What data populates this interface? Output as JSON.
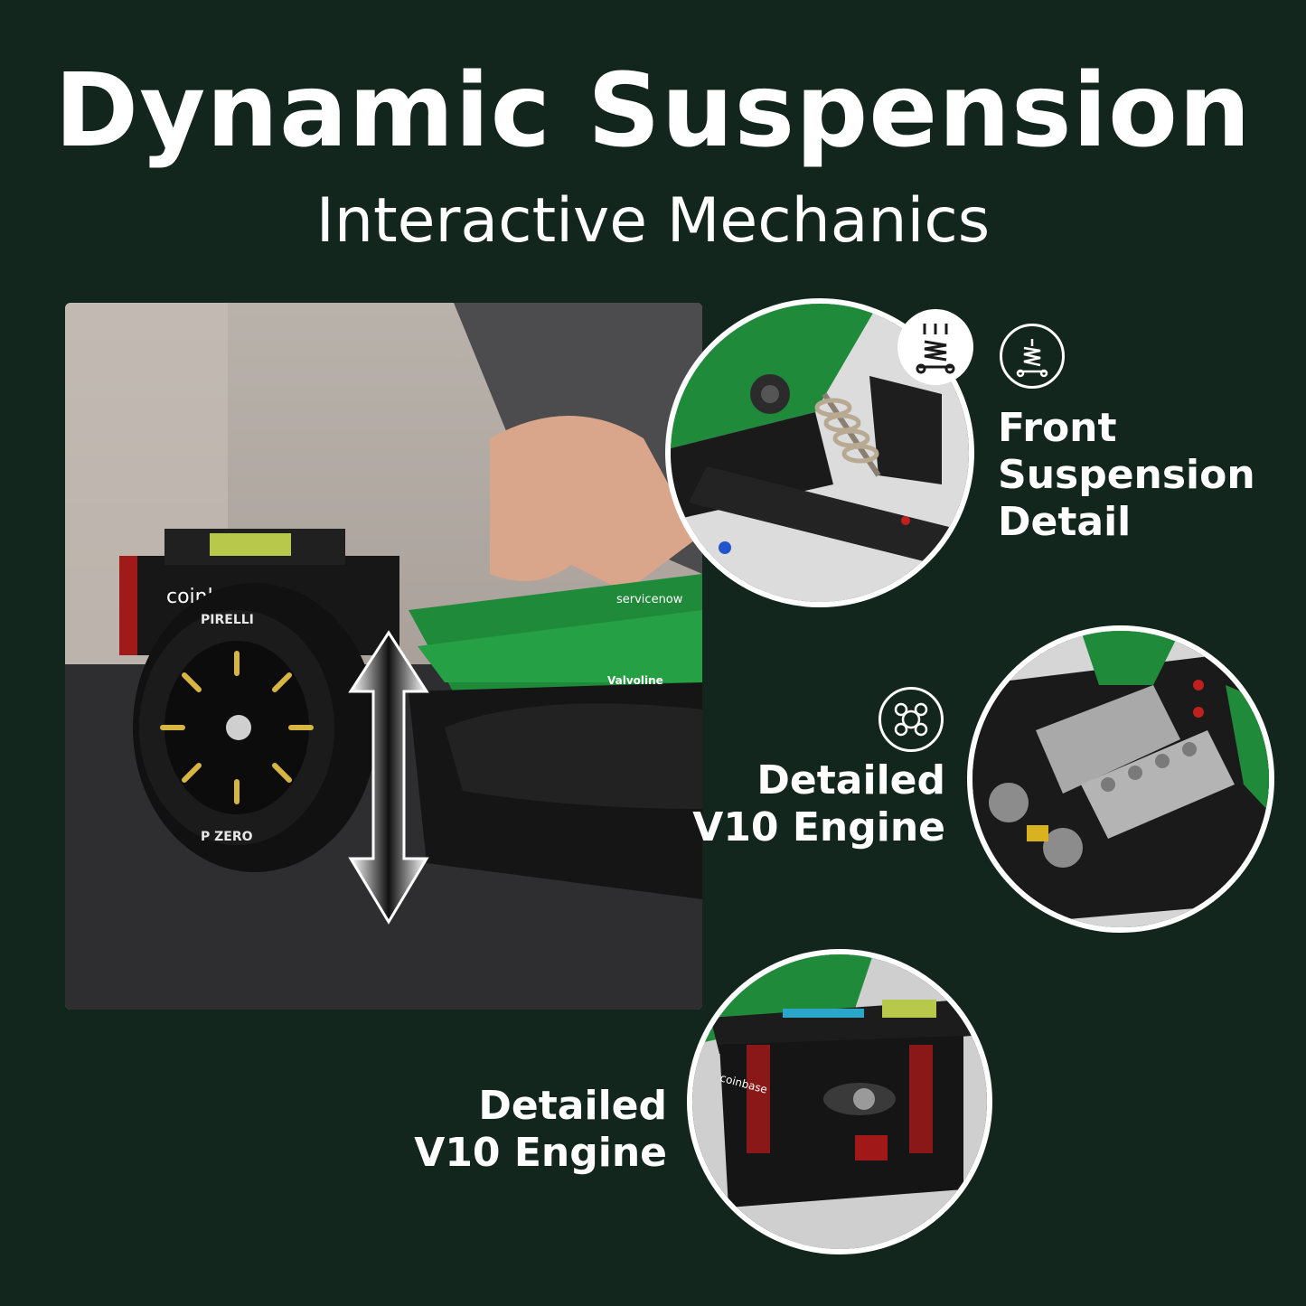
{
  "header": {
    "title": "Dynamic Suspension",
    "subtitle": "Interactive Mechanics"
  },
  "features": [
    {
      "lines": [
        "Front",
        "Suspension",
        "Detail"
      ],
      "icon": "suspension-spring-icon"
    },
    {
      "lines": [
        "Detailed",
        "V10 Engine"
      ],
      "icon": "engine-icon"
    },
    {
      "lines": [
        "Detailed",
        "V10 Engine"
      ]
    }
  ],
  "photo_labels": {
    "sponsor_1": "coinbase",
    "tyre_brand": "PIRELLI",
    "sponsor_2": "servicenow",
    "sponsor_3": "Valvoline",
    "tyre_text": "P ZERO"
  },
  "colors": {
    "background": "#13261d",
    "car_green": "#1f8a3a",
    "text": "#ffffff"
  }
}
